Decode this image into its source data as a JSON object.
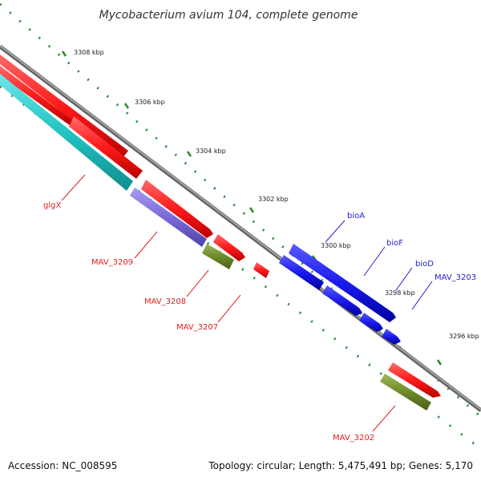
{
  "title": "Mycobacterium avium 104, complete genome",
  "ticks": [
    "3308 kbp",
    "3306 kbp",
    "3304 kbp",
    "3302 kbp",
    "3300 kbp",
    "3298 kbp",
    "3296 kbp"
  ],
  "genes": {
    "bioA": "bioA",
    "bioF": "bioF",
    "bioD": "bioD",
    "MAV_3203": "MAV_3203",
    "glgX": "glgX",
    "MAV_3209": "MAV_3209",
    "MAV_3208": "MAV_3208",
    "MAV_3207": "MAV_3207",
    "MAV_3202": "MAV_3202"
  },
  "footer": {
    "accession": "Accession: NC_008595",
    "stats": "Topology: circular; Length: 5,475,491 bp; Genes: 5,170"
  },
  "colors": {
    "cds_red": "#ff1a1a",
    "cds_blue": "#1a1aee",
    "cds_cyan": "#22c4c4",
    "cds_purple": "#7a6ad8",
    "cds_olive": "#6e8a2a",
    "backbone": "#808080",
    "tick_dots": "#2a8a2a",
    "label_red": "#dd2222",
    "label_blue": "#2222cc"
  }
}
